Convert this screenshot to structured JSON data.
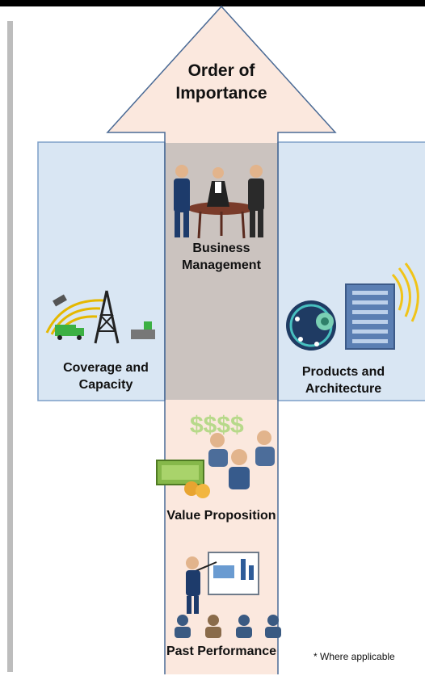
{
  "title": {
    "line1": "Order of",
    "line2": "Importance"
  },
  "categories": {
    "business_management": {
      "line1": "Business",
      "line2": "Management"
    },
    "coverage_capacity": {
      "line1": "Coverage and",
      "line2": "Capacity"
    },
    "products_architecture": {
      "line1": "Products and",
      "line2": "Architecture"
    },
    "value_proposition": "Value Proposition",
    "past_performance": "Past Performance"
  },
  "footnote": "* Where applicable",
  "colors": {
    "arrow_fill": "#fbe8de",
    "arrow_stroke": "#4a6a95",
    "band_fill": "#d9e6f3",
    "band_stroke": "#7d9fc8",
    "overlap_fill": "#cbc3bf",
    "text": "#111111"
  },
  "icons": [
    "business-meeting-icon",
    "satellite-dish-icon",
    "cell-tower-icon",
    "truck-icon",
    "building-icon",
    "network-globe-icon",
    "wifi-signal-icon",
    "money-icon",
    "coins-icon",
    "team-icon",
    "presenter-icon",
    "audience-icon"
  ]
}
